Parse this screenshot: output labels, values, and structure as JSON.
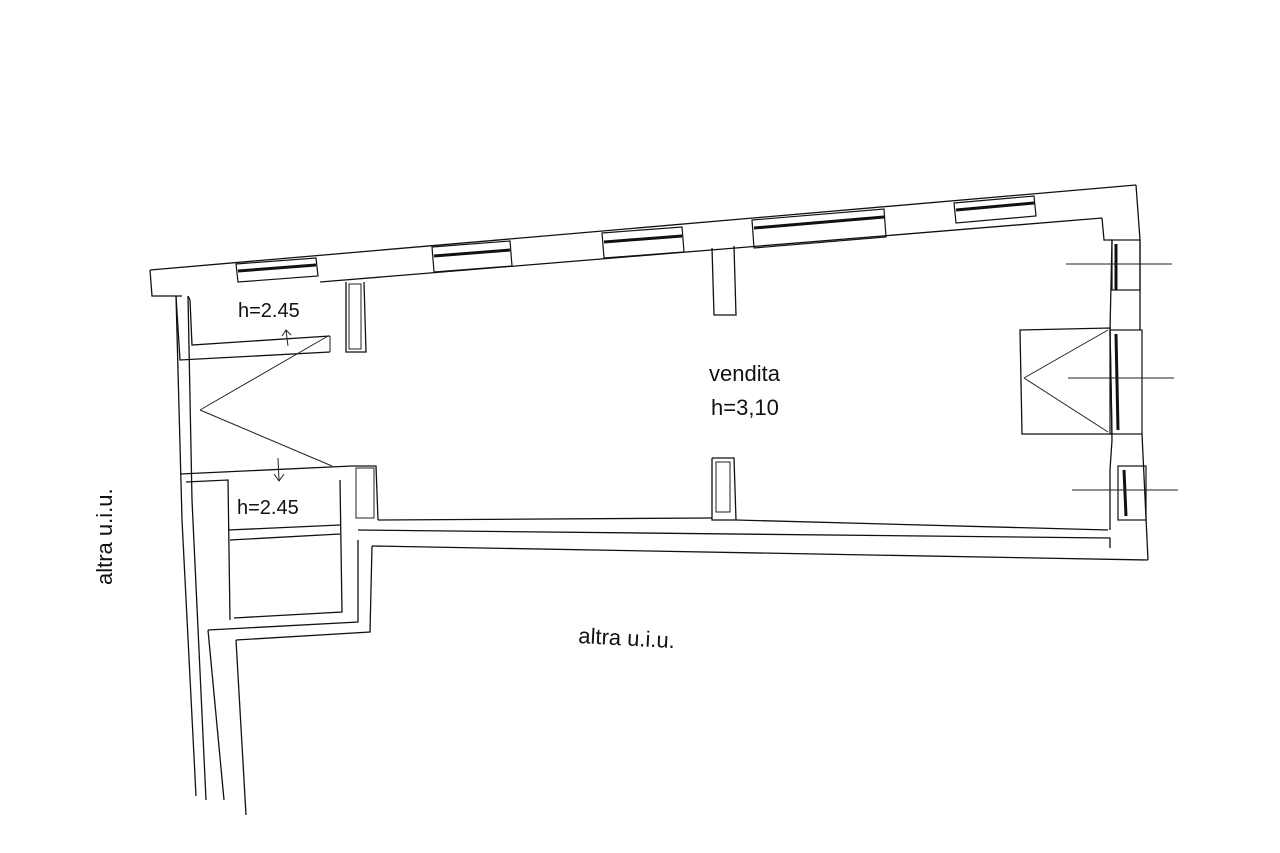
{
  "rooms": {
    "main": {
      "name": "vendita",
      "height": "h=3,10"
    },
    "upper_closet": {
      "height": "h=2.45"
    },
    "lower_closet": {
      "height": "h=2.45"
    }
  },
  "neighbors": {
    "left": "altra u.i.u.",
    "bottom": "altra u.i.u."
  }
}
